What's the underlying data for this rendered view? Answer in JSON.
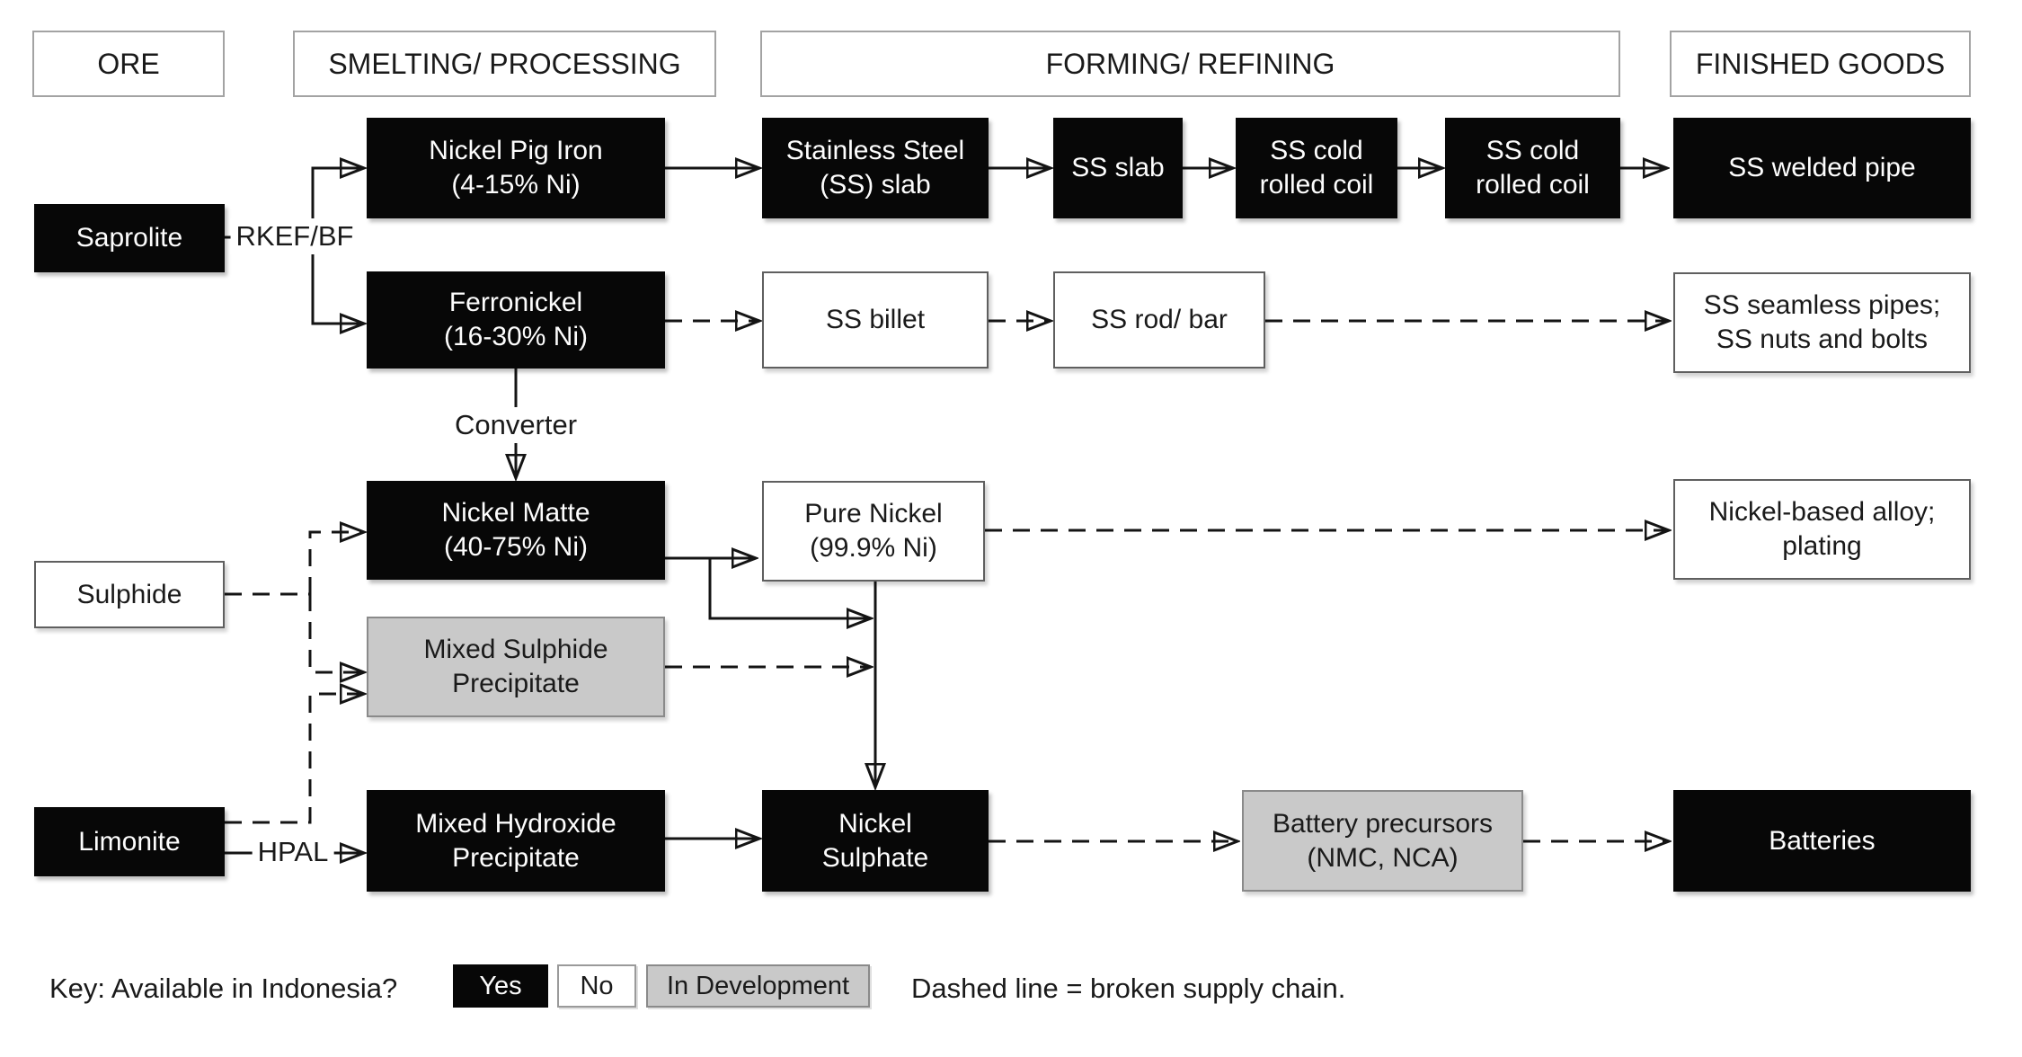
{
  "headers": {
    "ore": "ORE",
    "smelting": "SMELTING/ PROCESSING",
    "forming": "FORMING/ REFINING",
    "finished": "FINISHED GOODS"
  },
  "nodes": {
    "saprolite": {
      "label": "Saprolite",
      "status": "available"
    },
    "sulphide": {
      "label": "Sulphide",
      "status": "not-available"
    },
    "limonite": {
      "label": "Limonite",
      "status": "available"
    },
    "nickel_pig_iron": {
      "label": "Nickel Pig Iron\n(4-15% Ni)",
      "status": "available"
    },
    "ferronickel": {
      "label": "Ferronickel\n(16-30% Ni)",
      "status": "available"
    },
    "nickel_matte": {
      "label": "Nickel Matte\n(40-75% Ni)",
      "status": "available"
    },
    "mixed_sulphide_precipitate": {
      "label": "Mixed Sulphide\nPrecipitate",
      "status": "in-development"
    },
    "mixed_hydroxide_precipitate": {
      "label": "Mixed Hydroxide\nPrecipitate",
      "status": "available"
    },
    "stainless_steel_slab": {
      "label": "Stainless Steel\n(SS) slab",
      "status": "available"
    },
    "ss_slab": {
      "label": "SS slab",
      "status": "available"
    },
    "ss_cold_rolled_coil_1": {
      "label": "SS cold\nrolled coil",
      "status": "available"
    },
    "ss_cold_rolled_coil_2": {
      "label": "SS cold\nrolled coil",
      "status": "available"
    },
    "ss_billet": {
      "label": "SS billet",
      "status": "not-available"
    },
    "ss_rod_bar": {
      "label": "SS rod/ bar",
      "status": "not-available"
    },
    "pure_nickel": {
      "label": "Pure Nickel\n(99.9% Ni)",
      "status": "not-available"
    },
    "nickel_sulphate": {
      "label": "Nickel\nSulphate",
      "status": "available"
    },
    "battery_precursors": {
      "label": "Battery precursors\n(NMC, NCA)",
      "status": "in-development"
    },
    "ss_welded_pipe": {
      "label": "SS welded pipe",
      "status": "available"
    },
    "ss_seamless": {
      "label": "SS seamless pipes;\nSS nuts and bolts",
      "status": "not-available"
    },
    "nickel_alloy": {
      "label": "Nickel-based alloy;\nplating",
      "status": "not-available"
    },
    "batteries": {
      "label": "Batteries",
      "status": "available"
    }
  },
  "edge_labels": {
    "rkef_bf": "RKEF/BF",
    "converter": "Converter",
    "hpal": "HPAL"
  },
  "key": {
    "title": "Key: Available in Indonesia?",
    "yes": "Yes",
    "no": "No",
    "in_development": "In Development",
    "note": "Dashed line = broken supply chain."
  },
  "colors": {
    "available": "#070707",
    "available_text": "#fdfdfd",
    "not_available": "#ffffff",
    "in_development": "#c9c9c9",
    "line": "#141414"
  }
}
